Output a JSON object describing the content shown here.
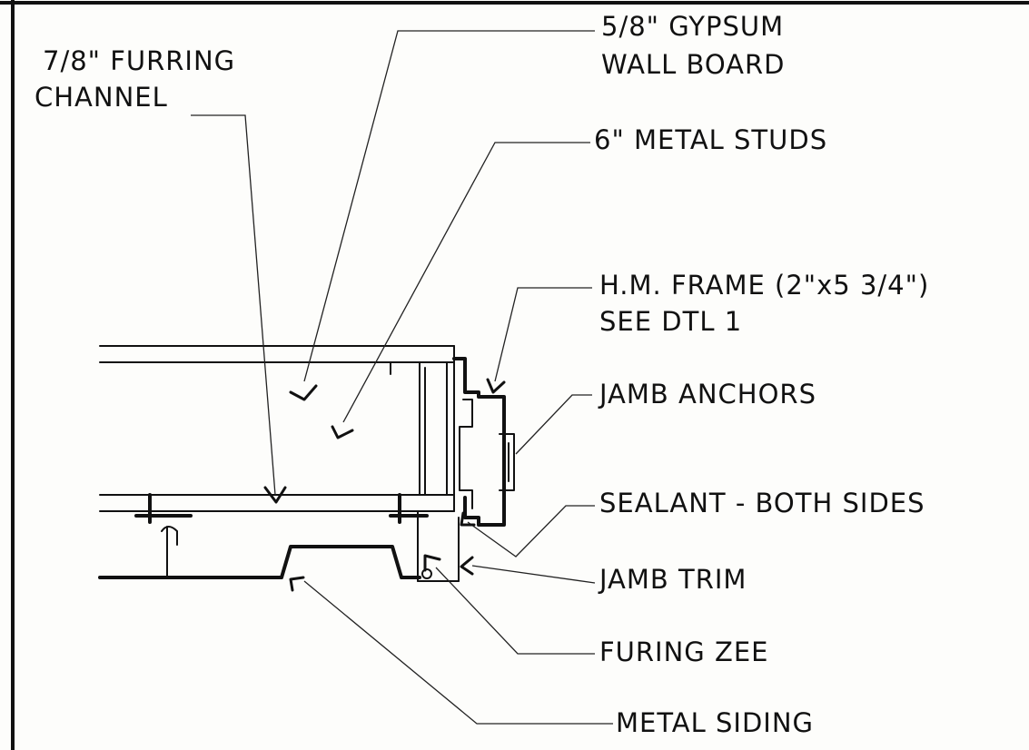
{
  "labels": {
    "furring_channel_1": "7/8\" FURRING",
    "furring_channel_2": "CHANNEL",
    "gypsum_1": "5/8\" GYPSUM",
    "gypsum_2": "WALL BOARD",
    "studs": "6\" METAL STUDS",
    "hm_frame_1": "H.M. FRAME (2\"x5 3/4\")",
    "hm_frame_2": "SEE DTL 1",
    "jamb_anchors": "JAMB ANCHORS",
    "sealant": "SEALANT - BOTH SIDES",
    "jamb_trim": "JAMB TRIM",
    "furing_zee": "FURING ZEE",
    "metal_siding": "METAL SIDING"
  }
}
